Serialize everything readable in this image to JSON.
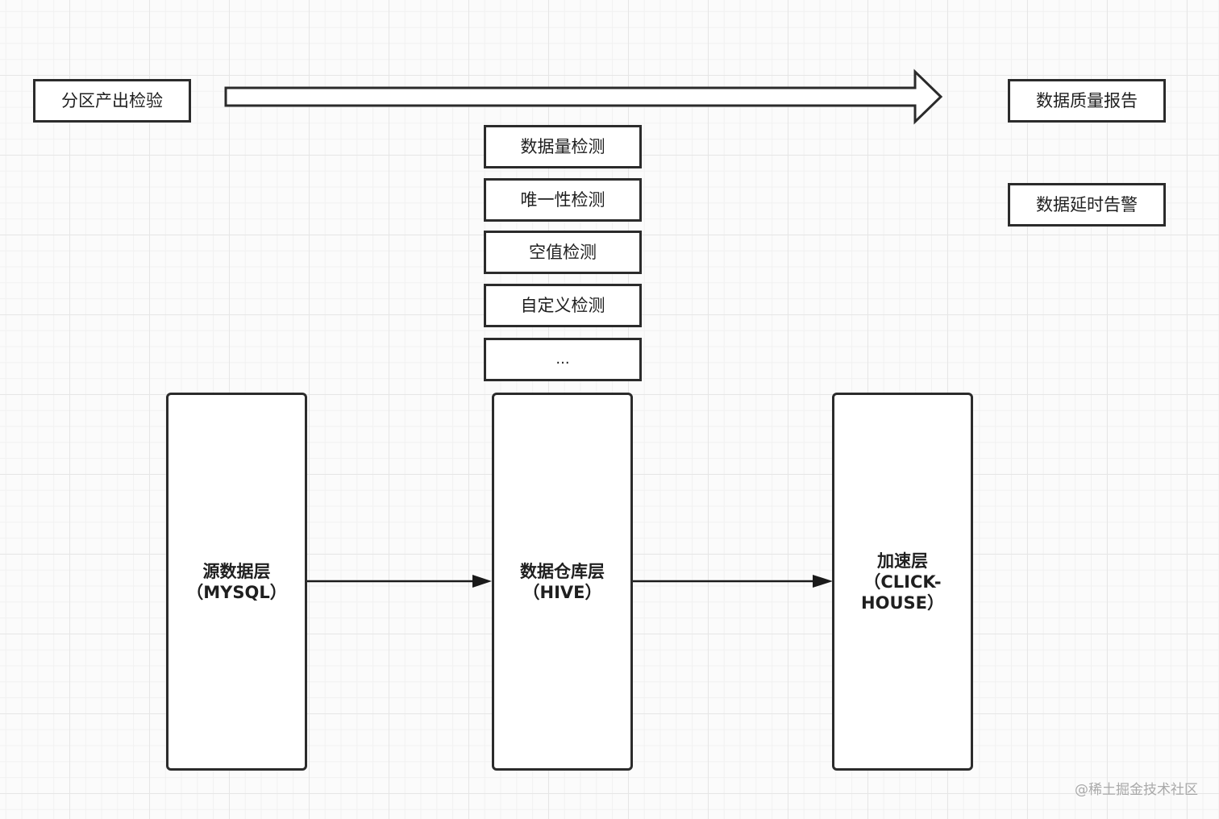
{
  "top": {
    "partition_check": "分区产出检验",
    "quality_report": "数据质量报告",
    "delay_alert": "数据延时告警"
  },
  "checks": [
    "数据量检测",
    "唯一性检测",
    "空值检测",
    "自定义检测",
    "..."
  ],
  "layers": {
    "source": {
      "name": "源数据层",
      "sub": "（MYSQL）"
    },
    "warehouse": {
      "name": "数据仓库层",
      "sub": "（HIVE）"
    },
    "accel": {
      "name": "加速层",
      "sub_line1": "（CLICK-",
      "sub_line2": "HOUSE）"
    }
  },
  "watermark": "@稀土掘金技术社区"
}
